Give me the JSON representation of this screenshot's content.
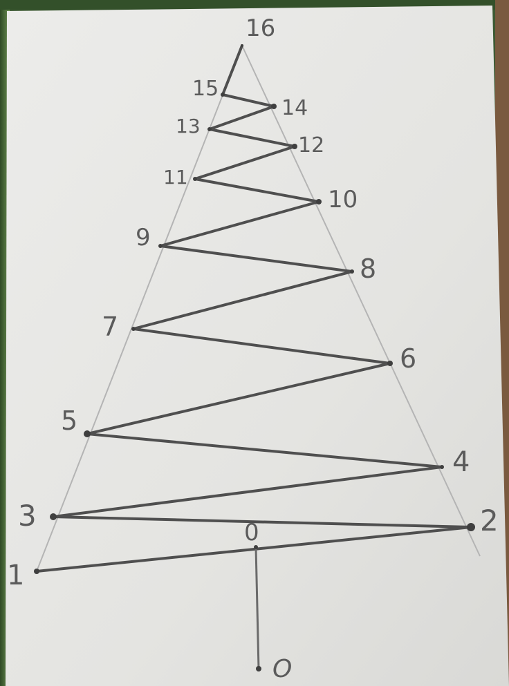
{
  "photo": {
    "subject": "pencil-drawn zigzag tree on paper",
    "colors": {
      "paper": "#e6e6e2",
      "pencil_dark": "#4a4a4a",
      "pencil_light": "#a9a9a9",
      "background_foliage": "#3f5a34"
    }
  },
  "labels": [
    "16",
    "15",
    "14",
    "13",
    "12",
    "11",
    "10",
    "9",
    "8",
    "7",
    "6",
    "5",
    "4",
    "3",
    "2",
    "1",
    "0",
    "O"
  ]
}
